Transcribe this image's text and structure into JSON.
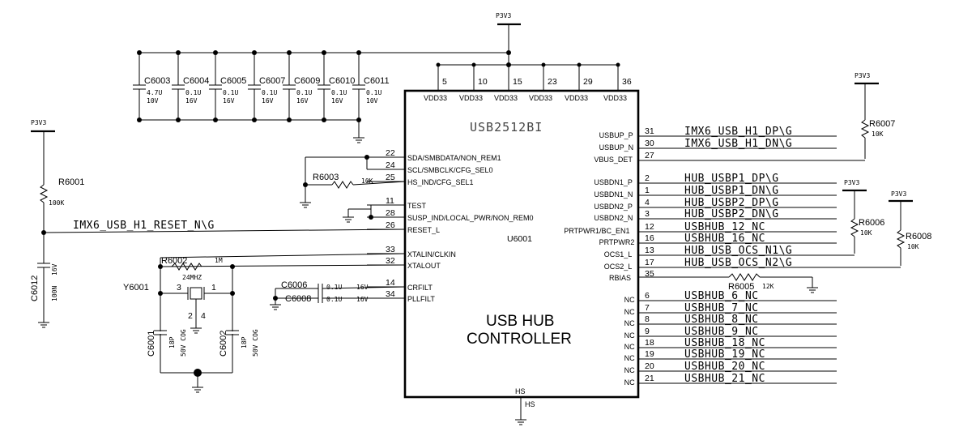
{
  "chip": {
    "part": "USB2512BI",
    "refdes": "U6001",
    "function_line1": "USB HUB",
    "function_line2": "CONTROLLER",
    "ground_pin": "HS",
    "ground_net": "HS"
  },
  "power_pins": [
    {
      "num": "5",
      "name": "VDD33"
    },
    {
      "num": "10",
      "name": "VDD33"
    },
    {
      "num": "15",
      "name": "VDD33"
    },
    {
      "num": "23",
      "name": "VDD33"
    },
    {
      "num": "29",
      "name": "VDD33"
    },
    {
      "num": "36",
      "name": "VDD33"
    }
  ],
  "left_pins": [
    {
      "num": "22",
      "name": "SDA/SMBDATA/NON_REM1"
    },
    {
      "num": "24",
      "name": "SCL/SMBCLK/CFG_SEL0"
    },
    {
      "num": "25",
      "name": "HS_IND/CFG_SEL1"
    },
    {
      "num": "11",
      "name": "TEST"
    },
    {
      "num": "28",
      "name": "SUSP_IND/LOCAL_PWR/NON_REM0"
    },
    {
      "num": "26",
      "name": "RESET_L"
    },
    {
      "num": "33",
      "name": "XTALIN/CLKIN"
    },
    {
      "num": "32",
      "name": "XTALOUT"
    },
    {
      "num": "14",
      "name": "CRFILT"
    },
    {
      "num": "34",
      "name": "PLLFILT"
    }
  ],
  "right_pins": [
    {
      "num": "31",
      "name": "USBUP_P",
      "net": "IMX6_USB_H1_DP\\G"
    },
    {
      "num": "30",
      "name": "USBUP_N",
      "net": "IMX6_USB_H1_DN\\G"
    },
    {
      "num": "27",
      "name": "VBUS_DET",
      "net": ""
    },
    {
      "num": "2",
      "name": "USBDN1_P",
      "net": "HUB_USBP1_DP\\G"
    },
    {
      "num": "1",
      "name": "USBDN1_N",
      "net": "HUB_USBP1_DN\\G"
    },
    {
      "num": "4",
      "name": "USBDN2_P",
      "net": "HUB_USBP2_DP\\G"
    },
    {
      "num": "3",
      "name": "USBDN2_N",
      "net": "HUB_USBP2_DN\\G"
    },
    {
      "num": "12",
      "name": "PRTPWR1/BC_EN1",
      "net": "USBHUB_12_NC"
    },
    {
      "num": "16",
      "name": "PRTPWR2",
      "net": "USBHUB_16_NC"
    },
    {
      "num": "13",
      "name": "OCS1_L",
      "net": "HUB_USB_OCS_N1\\G"
    },
    {
      "num": "17",
      "name": "OCS2_L",
      "net": "HUB_USB_OCS_N2\\G"
    },
    {
      "num": "35",
      "name": "RBIAS",
      "net": ""
    },
    {
      "num": "6",
      "name": "NC",
      "net": "USBHUB_6_NC"
    },
    {
      "num": "7",
      "name": "NC",
      "net": "USBHUB_7_NC"
    },
    {
      "num": "8",
      "name": "NC",
      "net": "USBHUB_8_NC"
    },
    {
      "num": "9",
      "name": "NC",
      "net": "USBHUB_9_NC"
    },
    {
      "num": "18",
      "name": "NC",
      "net": "USBHUB_18_NC"
    },
    {
      "num": "19",
      "name": "NC",
      "net": "USBHUB_19_NC"
    },
    {
      "num": "20",
      "name": "NC",
      "net": "USBHUB_20_NC"
    },
    {
      "num": "21",
      "name": "NC",
      "net": "USBHUB_21_NC"
    }
  ],
  "power_net": "P3V3",
  "decoupling_caps": [
    {
      "ref": "C6003",
      "value": "4.7U",
      "voltage": "10V"
    },
    {
      "ref": "C6004",
      "value": "0.1U",
      "voltage": "16V"
    },
    {
      "ref": "C6005",
      "value": "0.1U",
      "voltage": "16V"
    },
    {
      "ref": "C6007",
      "value": "0.1U",
      "voltage": "16V"
    },
    {
      "ref": "C6009",
      "value": "0.1U",
      "voltage": "16V"
    },
    {
      "ref": "C6010",
      "value": "0.1U",
      "voltage": "16V"
    },
    {
      "ref": "C6011",
      "value": "0.1U",
      "voltage": "10V"
    }
  ],
  "reset": {
    "resistor_ref": "R6001",
    "resistor_value": "100K",
    "cap_ref": "C6012",
    "cap_value": "100N",
    "cap_voltage": "16V",
    "net": "IMX6_USB_H1_RESET_N\\G"
  },
  "r6003": {
    "ref": "R6003",
    "value": "10K"
  },
  "crystal": {
    "ref": "Y6001",
    "freq": "24MHZ",
    "pin3": "3",
    "pin1": "1",
    "pin2": "2",
    "pin4": "4",
    "r_ref": "R6002",
    "r_value": "1M",
    "c1_ref": "C6001",
    "c1_value": "18P",
    "c1_rating": "50V COG",
    "c2_ref": "C6002",
    "c2_value": "18P",
    "c2_rating": "50V COG"
  },
  "filter_caps": [
    {
      "ref": "C6006",
      "value": "0.1U",
      "voltage": "16V"
    },
    {
      "ref": "C6008",
      "value": "0.1U",
      "voltage": "16V"
    }
  ],
  "pullups": [
    {
      "ref": "R6007",
      "value": "10K"
    },
    {
      "ref": "R6006",
      "value": "10K"
    },
    {
      "ref": "R6008",
      "value": "10K"
    }
  ],
  "rbias": {
    "ref": "R6005",
    "value": "12K"
  }
}
